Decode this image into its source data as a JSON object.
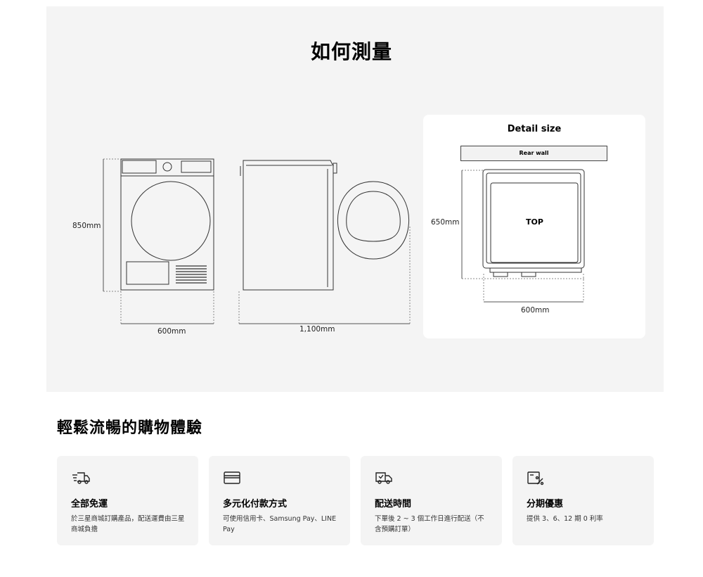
{
  "measure": {
    "title": "如何測量",
    "height_label": "850mm",
    "width_label": "600mm",
    "depth_label": "1,100mm",
    "detail": {
      "title": "Detail size",
      "rear_wall": "Rear wall",
      "top": "TOP",
      "depth_label": "650mm",
      "width_label": "600mm"
    }
  },
  "experience": {
    "heading": "輕鬆流暢的購物體驗",
    "features": [
      {
        "icon": "delivery-truck-icon",
        "title": "全部免運",
        "desc": "於三星商城訂購產品，配送運費由三星商城負擔"
      },
      {
        "icon": "credit-card-icon",
        "title": "多元化付款方式",
        "desc": "可使用信用卡、Samsung Pay、LINE Pay"
      },
      {
        "icon": "delivery-van-icon",
        "title": "配送時間",
        "desc": "下單後 2 ~ 3 個工作日進行配送（不含預購訂單）"
      },
      {
        "icon": "installment-percent-icon",
        "title": "分期優惠",
        "desc": "提供 3、6、12 期 0 利率"
      }
    ]
  }
}
